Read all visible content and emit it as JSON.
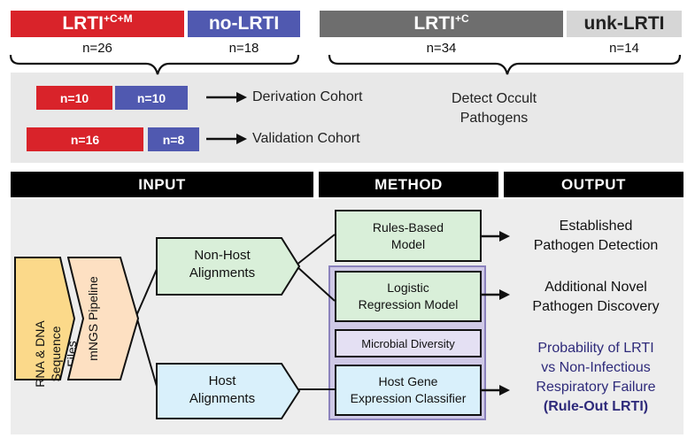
{
  "cohorts": {
    "lrti_cm": {
      "base": "LRTI",
      "sup": "+C+M",
      "n": "n=26",
      "color": "#d9232a"
    },
    "no_lrti": {
      "label": "no-LRTI",
      "n": "n=18",
      "color": "#5059b0"
    },
    "lrti_c": {
      "base": "LRTI",
      "sup": "+C",
      "n": "n=34",
      "color": "#6e6e6e"
    },
    "unk_lrti": {
      "label": "unk-LRTI",
      "n": "n=14",
      "color": "#d6d6d6"
    }
  },
  "split": {
    "derivation": {
      "red": "n=10",
      "blue": "n=10",
      "label": "Derivation Cohort"
    },
    "validation": {
      "red": "n=16",
      "blue": "n=8",
      "label": "Validation Cohort"
    },
    "detect": [
      "Detect Occult",
      "Pathogens"
    ]
  },
  "headers": {
    "input": "INPUT",
    "method": "METHOD",
    "output": "OUTPUT"
  },
  "input": {
    "files": [
      "RNA & DNA",
      "Sequence Files"
    ],
    "pipeline": "mNGS Pipeline",
    "nonhost": [
      "Non-Host",
      "Alignments"
    ],
    "host": [
      "Host",
      "Alignments"
    ]
  },
  "method": {
    "rules": [
      "Rules-Based",
      "Model"
    ],
    "logistic": [
      "Logistic",
      "Regression Model"
    ],
    "diversity": "Microbial Diversity",
    "hostgene": [
      "Host Gene",
      "Expression Classifier"
    ]
  },
  "output": {
    "established": [
      "Established",
      "Pathogen Detection"
    ],
    "novel": [
      "Additional Novel",
      "Pathogen Discovery"
    ],
    "probability": [
      "Probability of LRTI",
      "vs Non-Infectious",
      "Respiratory Failure"
    ],
    "ruleout": "(Rule-Out LRTI)"
  },
  "colors": {
    "red": "#d9232a",
    "blue": "#5059b0",
    "dark_gray": "#6e6e6e",
    "light_gray": "#d6d6d6",
    "navy_text": "#2e2a7a",
    "purple_border": "#8b82bd",
    "yellow": "#fbd98a",
    "peach": "#fde0c2"
  }
}
